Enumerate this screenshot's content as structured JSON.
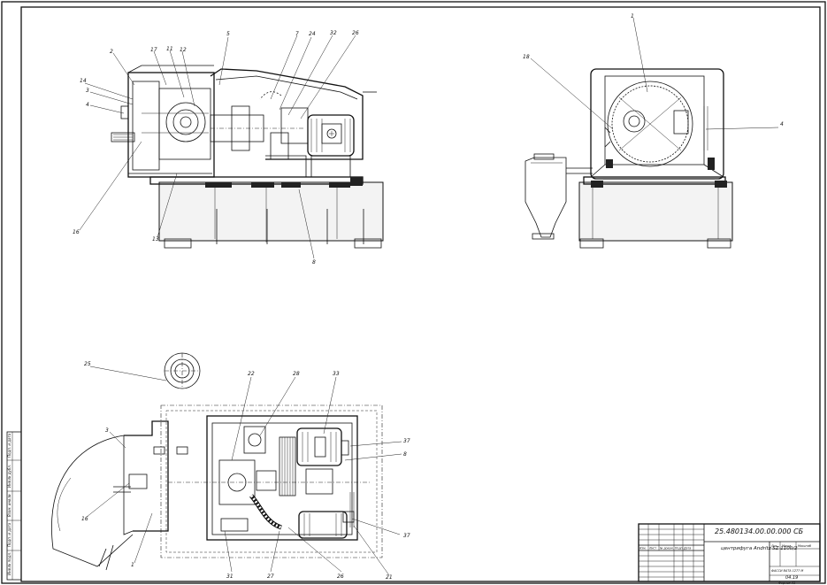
{
  "title_block": {
    "doc_number": "25.480134.00.00.000 СБ",
    "title": "центрифуга Andritz SZ 1100/2",
    "sheet_label": "Лист",
    "sheets_label": "Листов",
    "mass_label": "Масса",
    "scale_label": "Масштаб",
    "stage_label": "Лит.",
    "group": "ФАССИ ВАТА 1277 М",
    "page": "04.19",
    "format": "Формат А1",
    "rev_cols": [
      "Изм.",
      "Лист",
      "№ докум.",
      "Подп.",
      "Дата"
    ]
  },
  "side_stamp": {
    "cells": [
      "Инв.№ подл.",
      "Подп. и дата",
      "Взам. инв.№",
      "Инв.№ дубл.",
      "Подп. и дата"
    ]
  },
  "views": {
    "side_view": {
      "callouts": [
        "2",
        "17",
        "11",
        "12",
        "5",
        "7",
        "24",
        "32",
        "26",
        "14",
        "3",
        "4",
        "16",
        "13",
        "8"
      ]
    },
    "front_view": {
      "callouts": [
        "1",
        "18",
        "4"
      ]
    },
    "plan_view": {
      "callouts": [
        "25",
        "22",
        "28",
        "33",
        "3",
        "37",
        "8",
        "16",
        "1",
        "31",
        "27",
        "26",
        "21",
        "37"
      ]
    }
  }
}
